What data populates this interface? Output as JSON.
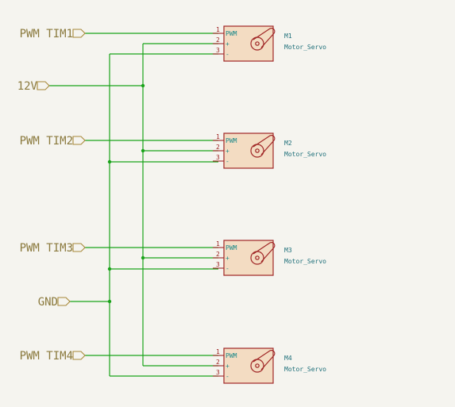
{
  "labels": [
    {
      "text": "PWM TIM1"
    },
    {
      "text": "12V"
    },
    {
      "text": "PWM TIM2"
    },
    {
      "text": "PWM TIM3"
    },
    {
      "text": "GND"
    },
    {
      "text": "PWM TIM4"
    }
  ],
  "servos": [
    {
      "ref": "M1",
      "value": "Motor_Servo",
      "pins": [
        "1",
        "2",
        "3"
      ],
      "pin_names": [
        "PWM",
        "+",
        "-"
      ]
    },
    {
      "ref": "M2",
      "value": "Motor_Servo",
      "pins": [
        "1",
        "2",
        "3"
      ],
      "pin_names": [
        "PWM",
        "+",
        "-"
      ]
    },
    {
      "ref": "M3",
      "value": "Motor_Servo",
      "pins": [
        "1",
        "2",
        "3"
      ],
      "pin_names": [
        "PWM",
        "+",
        "-"
      ]
    },
    {
      "ref": "M4",
      "value": "Motor_Servo",
      "pins": [
        "1",
        "2",
        "3"
      ],
      "pin_names": [
        "PWM",
        "+",
        "-"
      ]
    }
  ],
  "colors": {
    "wire": "#1aa31a",
    "symbol": "#a02626",
    "label": "#8b7a3e",
    "background": "#f5f4ef"
  }
}
